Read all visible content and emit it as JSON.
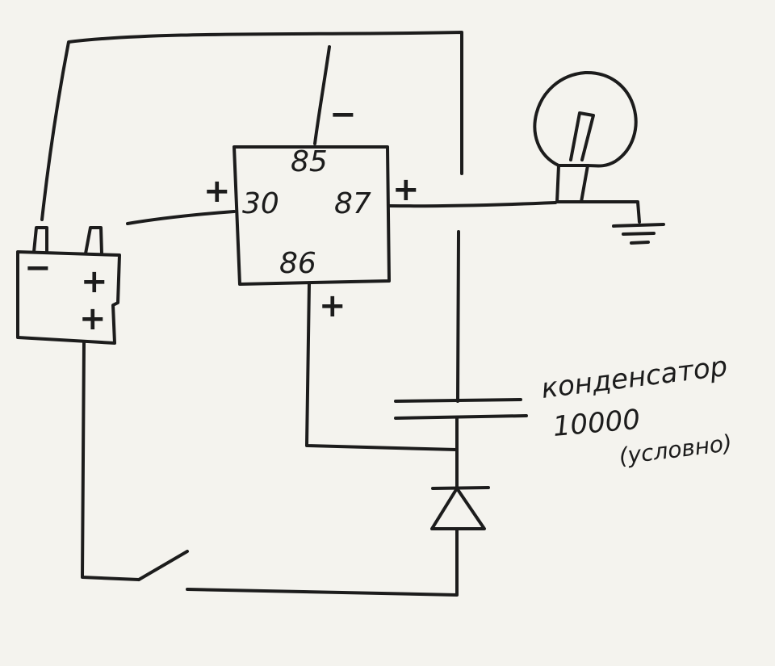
{
  "relay": {
    "pin_85": "85",
    "pin_30": "30",
    "pin_87": "87",
    "pin_86": "86"
  },
  "signs": {
    "above_85": "−",
    "left_30": "+",
    "right_87": "+",
    "below_86": "+",
    "battery_minus": "−",
    "battery_plus_1": "+",
    "battery_plus_2": "+"
  },
  "capacitor_note": {
    "line1": "конденсатор",
    "line2": "10000",
    "line3": "(условно)"
  },
  "colors": {
    "ink": "#1c1c1c",
    "paper": "#f4f3ee"
  }
}
